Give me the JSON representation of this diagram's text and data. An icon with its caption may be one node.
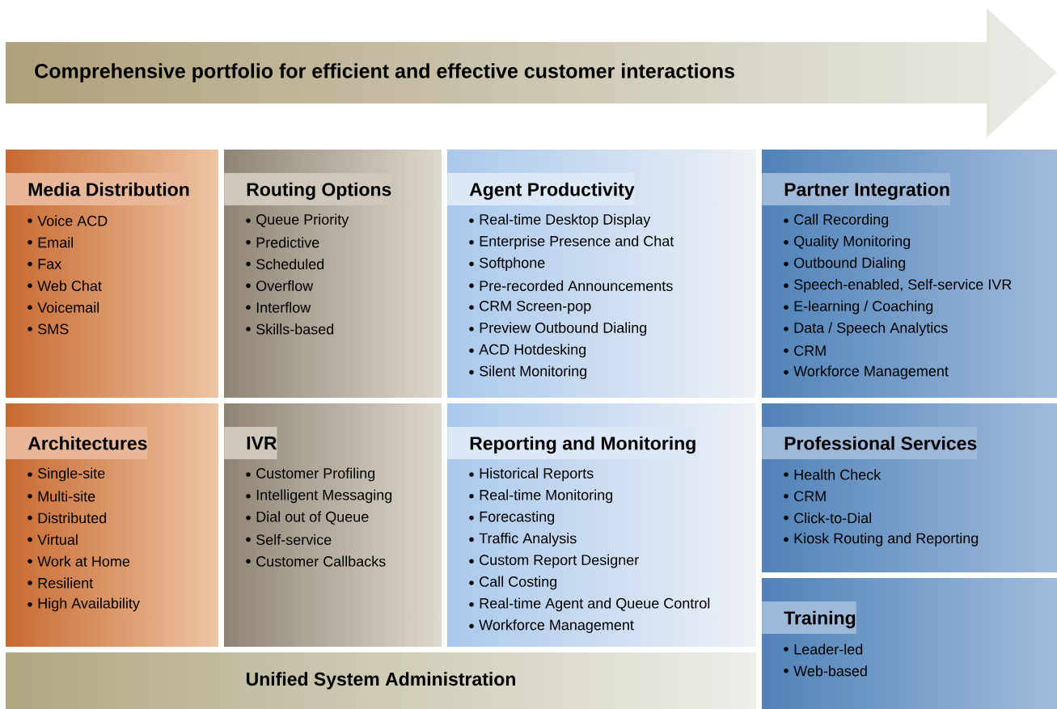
{
  "diagram": {
    "nodes": [
      {
        "text": [
          "Comprehensive portfolio for efficient and effective customer interactions"
        ]
      },
      {
        "text": [
          "Media Distribution",
          "Voice ACD",
          "Email",
          "Fax",
          "Web Chat",
          "Voicemail",
          "SMS"
        ]
      },
      {
        "text": [
          "Routing Options",
          "Queue Priority",
          "Predictive",
          "Scheduled",
          "Overflow",
          "Interflow",
          "Skills-based"
        ]
      },
      {
        "text": [
          "Agent Productivity",
          "Real-time Desktop Display",
          "Enterprise Presence and Chat",
          "Softphone",
          "Pre-recorded Announcements",
          "CRM Screen-pop",
          "Preview Outbound Dialing",
          "ACD Hotdesking",
          "Silent Monitoring"
        ]
      },
      {
        "text": [
          "Partner Integration",
          "Call Recording",
          "Quality Monitoring",
          "Outbound Dialing",
          "Speech-enabled, Self-service IVR",
          "E-learning / Coaching",
          "Data / Speech Analytics",
          "CRM",
          "Workforce Management"
        ]
      },
      {
        "text": [
          "Architectures",
          "Single-site",
          "Multi-site",
          "Distributed",
          "Virtual",
          "Work at Home",
          "Resilient",
          "High Availability"
        ]
      },
      {
        "text": [
          "IVR",
          "Customer Profiling",
          "Intelligent Messaging",
          "Dial out of Queue",
          "Self-service",
          "Customer Callbacks"
        ]
      },
      {
        "text": [
          "Reporting and Monitoring",
          "Historical Reports",
          "Real-time Monitoring",
          "Forecasting",
          "Traffic Analysis",
          "Custom Report Designer",
          "Call Costing",
          "Real-time Agent and Queue Control",
          "Workforce Management"
        ]
      },
      {
        "text": [
          "Professional Services",
          "Health Check",
          "CRM",
          "Click-to-Dial",
          "Kiosk Routing and Reporting"
        ]
      },
      {
        "text": [
          "Training",
          "Leader-led",
          "Web-based"
        ]
      },
      {
        "text": [
          "Unified System Administration"
        ]
      }
    ]
  }
}
